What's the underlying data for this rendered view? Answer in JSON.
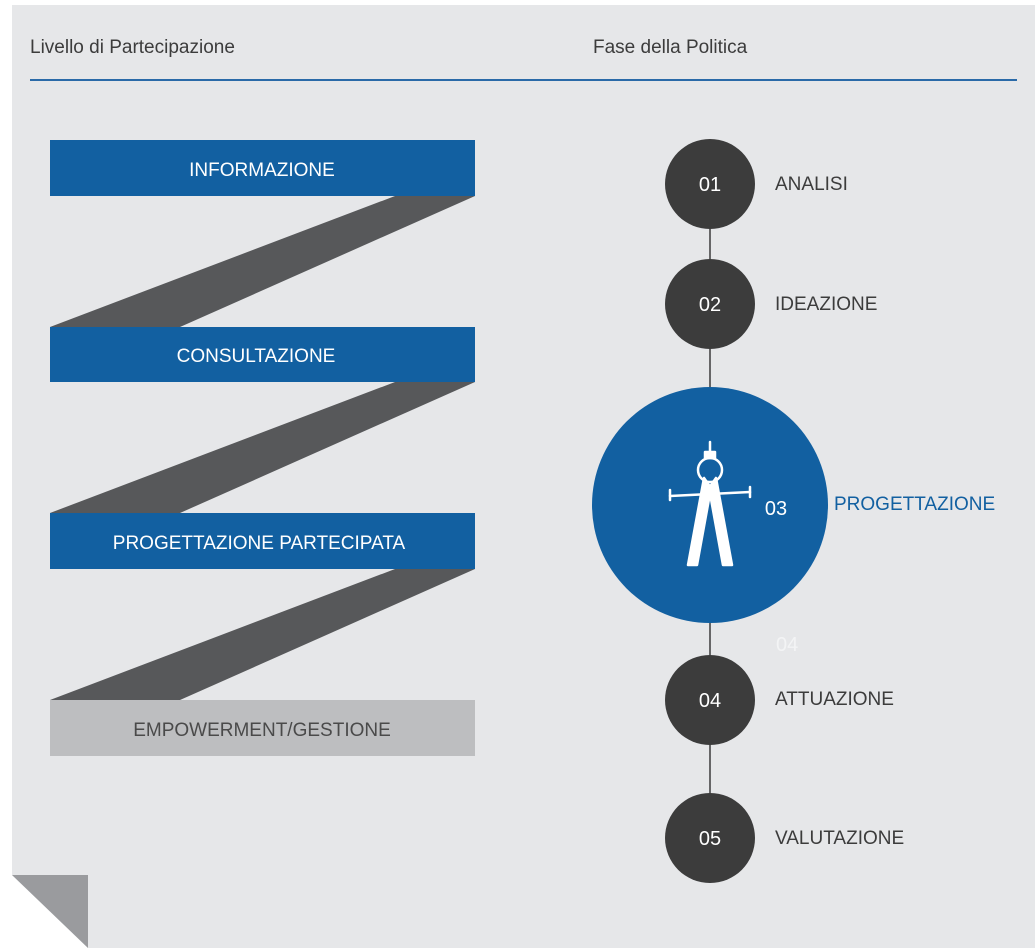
{
  "header": {
    "left_label": "Livello di Partecipazione",
    "right_label": "Fase della Politica"
  },
  "levels": [
    {
      "label": "INFORMAZIONE",
      "state": "active"
    },
    {
      "label": "CONSULTAZIONE",
      "state": "active"
    },
    {
      "label": "PROGETTAZIONE PARTECIPATA",
      "state": "active"
    },
    {
      "label": "EMPOWERMENT/GESTIONE",
      "state": "inactive"
    }
  ],
  "phases": [
    {
      "number": "01",
      "label": "ANALISI"
    },
    {
      "number": "02",
      "label": "IDEAZIONE"
    },
    {
      "number": "03",
      "label": "PROGETTAZIONE",
      "highlighted": true,
      "icon": "compass-icon"
    },
    {
      "number": "04",
      "label": "ATTUAZIONE"
    },
    {
      "number": "05",
      "label": "VALUTAZIONE"
    }
  ],
  "faint_marker": "04",
  "colors": {
    "page": "#e6e7e9",
    "blue": "#1260a1",
    "dark": "#3c3c3c",
    "ribbon": "#57585a",
    "inactive": "#bdbec0",
    "inactive_text": "#4a4a4a",
    "corner": "#9a9b9e",
    "rule": "#2a6aa8"
  }
}
